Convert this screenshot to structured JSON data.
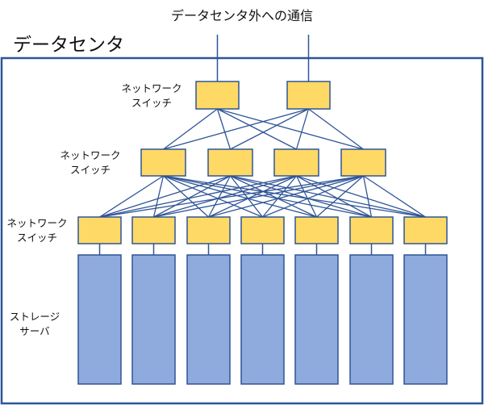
{
  "external_label": "データセンタ外への通信",
  "datacenter_label": "データセンタ",
  "tiers": [
    {
      "label_line1": "ネットワーク",
      "label_line2": "スイッチ",
      "count": 2
    },
    {
      "label_line1": "ネットワーク",
      "label_line2": "スイッチ",
      "count": 4
    },
    {
      "label_line1": "ネットワーク",
      "label_line2": "スイッチ",
      "count": 7
    }
  ],
  "servers": {
    "label_line1": "ストレージ",
    "label_line2": "サーバ",
    "count": 7
  },
  "colors": {
    "switch_fill": "#FFD966",
    "server_fill": "#8FAADC",
    "line": "#2F5597",
    "frame": "#2F5597"
  }
}
